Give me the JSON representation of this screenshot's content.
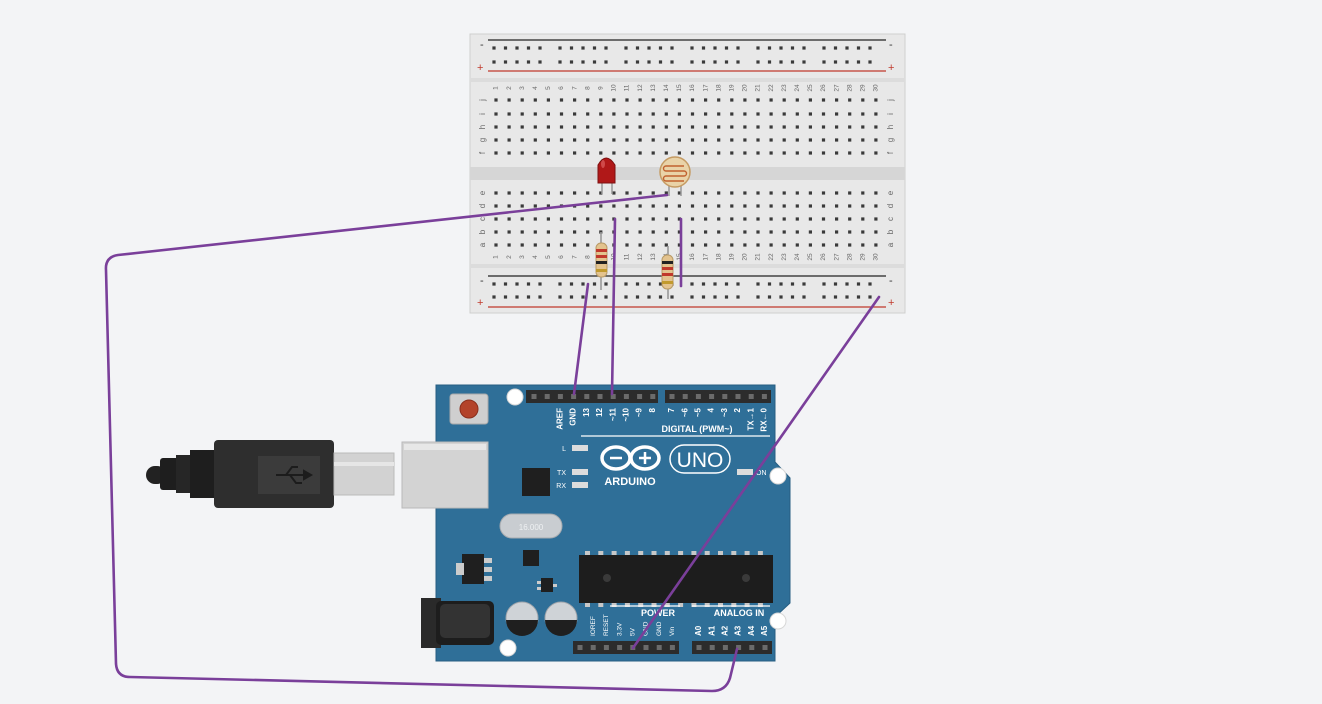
{
  "breadboard": {
    "rail_minus": "-",
    "rail_plus": "+",
    "row_letters_top": [
      "j",
      "i",
      "h",
      "g",
      "f"
    ],
    "row_letters_bottom": [
      "e",
      "d",
      "c",
      "b",
      "a"
    ],
    "column_count": 30
  },
  "arduino": {
    "logo_text": "ARDUINO",
    "model_text": "UNO",
    "digital_header_label": "DIGITAL (PWM~)",
    "digital_pins": [
      "AREF",
      "GND",
      "13",
      "12",
      "~11",
      "~10",
      "~9",
      "8",
      "7",
      "~6",
      "~5",
      "4",
      "~3",
      "2",
      "TX→1",
      "RX←0"
    ],
    "led_labels": [
      "L",
      "TX",
      "RX"
    ],
    "on_label": "ON",
    "crystal_text": "16.000",
    "power_header_label": "POWER",
    "analog_header_label": "ANALOG IN",
    "power_pins": [
      "IOREF",
      "RESET",
      "3.3V",
      "5V",
      "GND",
      "GND",
      "Vin"
    ],
    "analog_pins": [
      "A0",
      "A1",
      "A2",
      "A3",
      "A4",
      "A5"
    ]
  },
  "colors": {
    "wire": "#7a3f9a",
    "board_blue": "#2f6f98",
    "breadboard": "#e8e8e8",
    "rail_red": "#c0392b",
    "led_red": "#b01818"
  }
}
